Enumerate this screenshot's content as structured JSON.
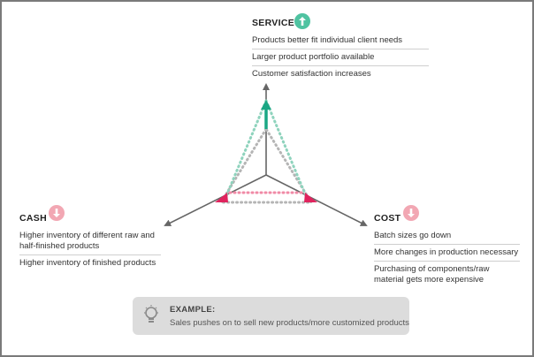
{
  "service": {
    "title": "SERVICE",
    "direction": "up",
    "items": [
      "Products better fit individual client needs",
      "Larger product portfolio available",
      "Customer satisfaction increases"
    ]
  },
  "cash": {
    "title": "CASH",
    "direction": "down",
    "items": [
      "Higher inventory of different raw and half-finished products",
      "Higher inventory of finished products"
    ]
  },
  "cost": {
    "title": "COST",
    "direction": "down",
    "items": [
      "Batch sizes go down",
      "More changes in production necessary",
      "Purchasing of components/raw material gets more expensive"
    ]
  },
  "example": {
    "title": "EXAMPLE:",
    "text": "Sales pushes on to sell new products/more customized products"
  },
  "colors": {
    "axis": "#666666",
    "up_accent": "#1aa784",
    "up_badge": "#4fc3a1",
    "down_accent": "#e0245e",
    "down_badge": "#f2a7b3",
    "dotted_gray": "#b5b5b5",
    "dotted_teal": "#8fd3bd",
    "dotted_pink": "#f08aa6"
  }
}
